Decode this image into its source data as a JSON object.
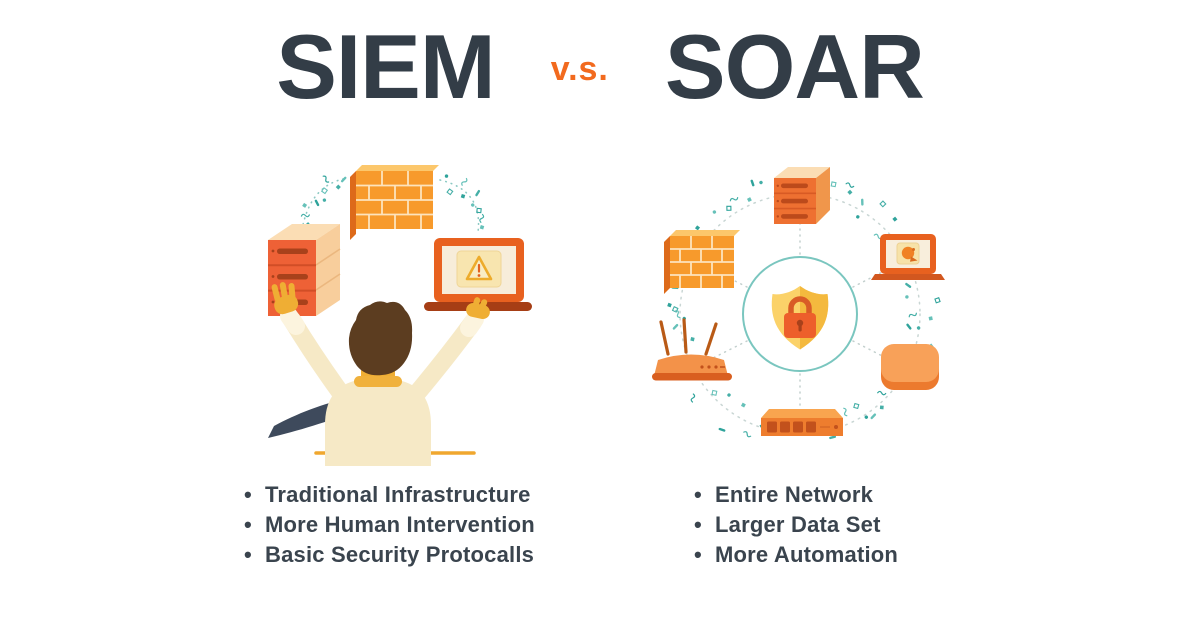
{
  "header": {
    "left_term": "SIEM",
    "separator": "v.s.",
    "right_term": "SOAR"
  },
  "siem": {
    "alt": "Analyst holding up a server stack and an alert laptop beneath a firewall",
    "icons": [
      "firewall-icon",
      "server-icon",
      "laptop-alert-icon",
      "analyst-figure",
      "data-flow-arcs"
    ],
    "bullets": [
      "Traditional Infrastructure",
      "More Human Intervention",
      "Basic Security Protocalls"
    ]
  },
  "soar": {
    "alt": "Shield with padlock at the center of a connected ring of network devices",
    "icons": [
      "shield-lock-icon",
      "server-icon",
      "laptop-icon",
      "access-point-icon",
      "switch-icon",
      "router-icon",
      "firewall-icon",
      "network-ring"
    ],
    "bullets": [
      "Entire Network",
      "Larger Data Set",
      "More Automation"
    ]
  },
  "colors": {
    "background": "#FFFFFF",
    "title": "#333D47",
    "accent_orange": "#F26A1E",
    "body_text": "#3A444E",
    "device_orange": "#F79A2C",
    "teal_confetti": "#2FA39B",
    "shield_yellow": "#F4B93E",
    "lock_orange": "#ED5F2B"
  }
}
